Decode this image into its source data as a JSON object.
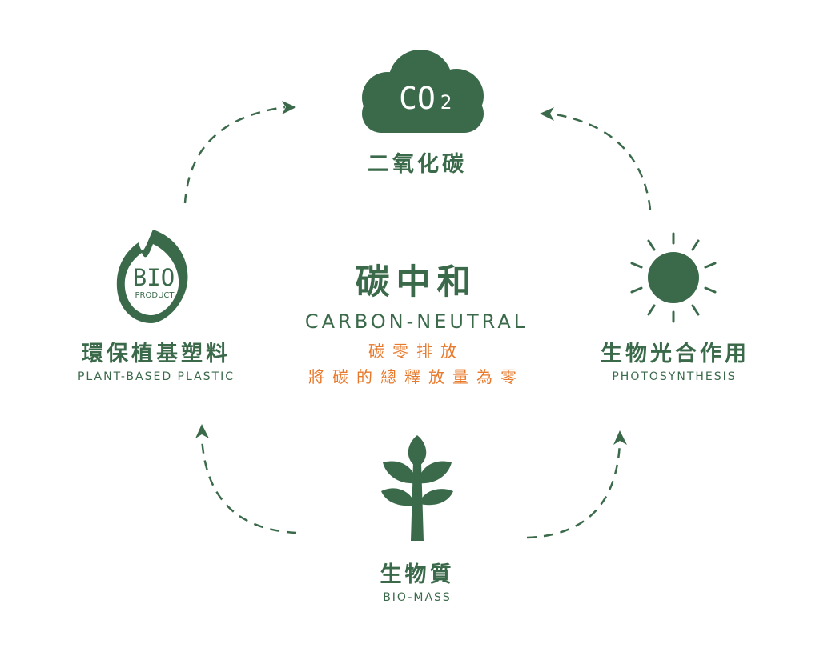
{
  "colors": {
    "green": "#3b6a4b",
    "orange": "#e8792b",
    "background": "#ffffff"
  },
  "center": {
    "title": "碳中和",
    "subtitle": "CARBON-NEUTRAL",
    "line1": "碳零排放",
    "line2": "將碳的總釋放量為零"
  },
  "nodes": {
    "co2": {
      "icon_text_main": "CO",
      "icon_text_sub": "2",
      "label_zh": "二氧化碳",
      "icon": "cloud-icon"
    },
    "bioplastic": {
      "icon_text_main": "BIO",
      "icon_text_sub": "PRODUCT",
      "label_zh": "環保植基塑料",
      "label_en": "PLANT-BASED PLASTIC",
      "icon": "leaf-badge-icon"
    },
    "photosynthesis": {
      "label_zh": "生物光合作用",
      "label_en": "PHOTOSYNTHESIS",
      "icon": "sun-icon"
    },
    "biomass": {
      "label_zh": "生物質",
      "label_en": "BIO-MASS",
      "icon": "sprout-icon"
    }
  }
}
